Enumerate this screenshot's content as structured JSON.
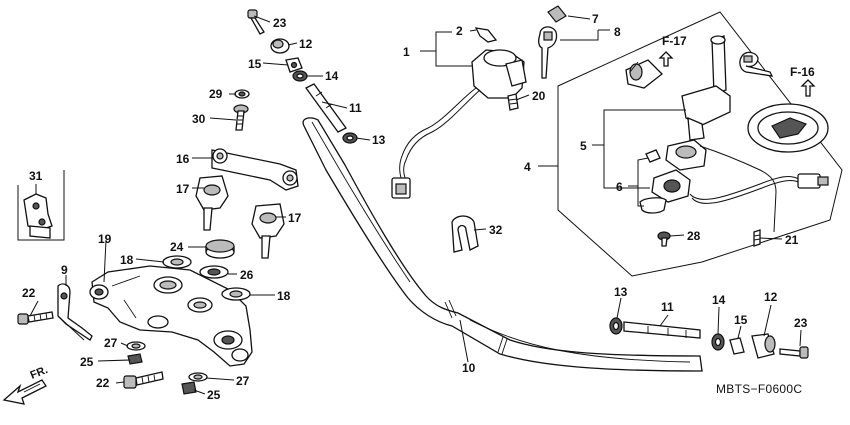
{
  "diagram": {
    "code": "MBTS−F0600C",
    "direction_label": "FR.",
    "view_labels": {
      "f17": "F-17",
      "f16": "F-16"
    },
    "callouts": {
      "c1": "1",
      "c2": "2",
      "c4": "4",
      "c5": "5",
      "c6": "6",
      "c7": "7",
      "c8": "8",
      "c9": "9",
      "c10": "10",
      "c11a": "11",
      "c11b": "11",
      "c12a": "12",
      "c12b": "12",
      "c13a": "13",
      "c13b": "13",
      "c14a": "14",
      "c14b": "14",
      "c15a": "15",
      "c15b": "15",
      "c16": "16",
      "c17a": "17",
      "c17b": "17",
      "c18a": "18",
      "c18b": "18",
      "c19": "19",
      "c20": "20",
      "c21": "21",
      "c22a": "22",
      "c22b": "22",
      "c23a": "23",
      "c23b": "23",
      "c24": "24",
      "c25a": "25",
      "c25b": "25",
      "c26": "26",
      "c27a": "27",
      "c27b": "27",
      "c28": "28",
      "c29": "29",
      "c30": "30",
      "c31": "31",
      "c32": "32"
    }
  }
}
